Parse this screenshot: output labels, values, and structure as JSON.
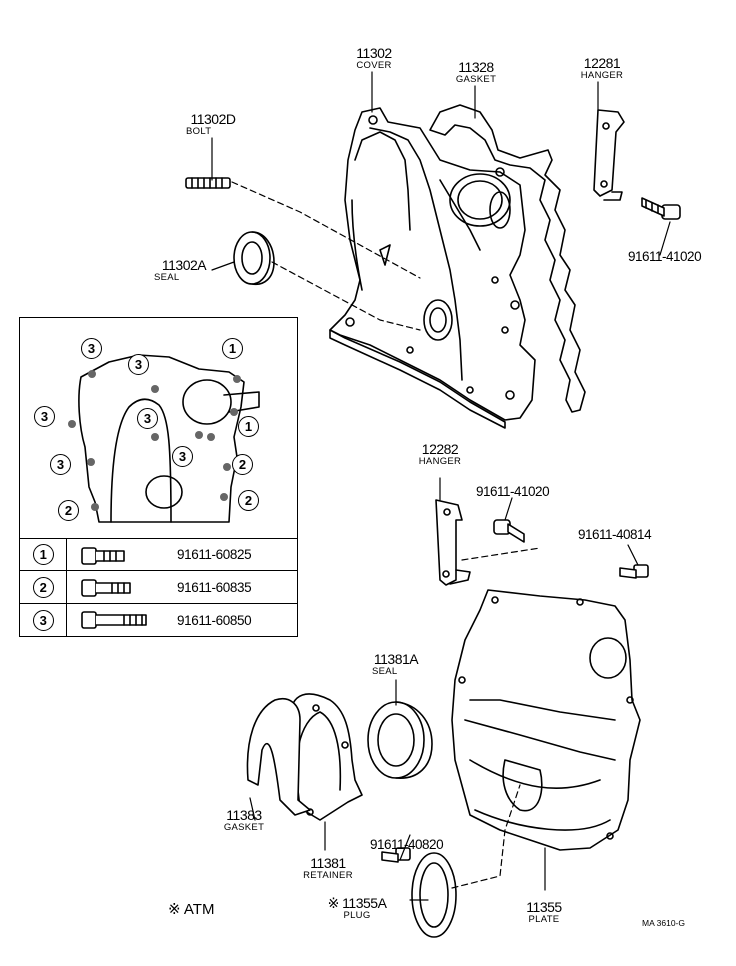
{
  "parts": {
    "cover": {
      "num": "11302",
      "name": "COVER"
    },
    "gasket_top": {
      "num": "11328",
      "name": "GASKET"
    },
    "hanger_top": {
      "num": "12281",
      "name": "HANGER"
    },
    "bolt": {
      "num": "11302D",
      "name": "BOLT"
    },
    "seal_top": {
      "num": "11302A",
      "name": "SEAL"
    },
    "pn_top": {
      "num": "91611-41020"
    },
    "hanger_mid": {
      "num": "12282",
      "name": "HANGER"
    },
    "pn_mid1": {
      "num": "91611-41020"
    },
    "pn_mid2": {
      "num": "91611-40814"
    },
    "seal_low": {
      "num": "11381A",
      "name": "SEAL"
    },
    "gasket_low": {
      "num": "11383",
      "name": "GASKET"
    },
    "retainer": {
      "num": "11381",
      "name": "RETAINER"
    },
    "pn_low": {
      "num": "91611-40820"
    },
    "plug": {
      "num": "※ 11355A",
      "name": "PLUG"
    },
    "plate": {
      "num": "11355",
      "name": "PLATE"
    }
  },
  "inset": {
    "marks": [
      "1",
      "2",
      "3"
    ],
    "bolt_table": [
      {
        "mark": "1",
        "part": "91611-60825"
      },
      {
        "mark": "2",
        "part": "91611-60835"
      },
      {
        "mark": "3",
        "part": "91611-60850"
      }
    ]
  },
  "footer": {
    "note": "※ ATM",
    "code": "MA 3610-G"
  }
}
